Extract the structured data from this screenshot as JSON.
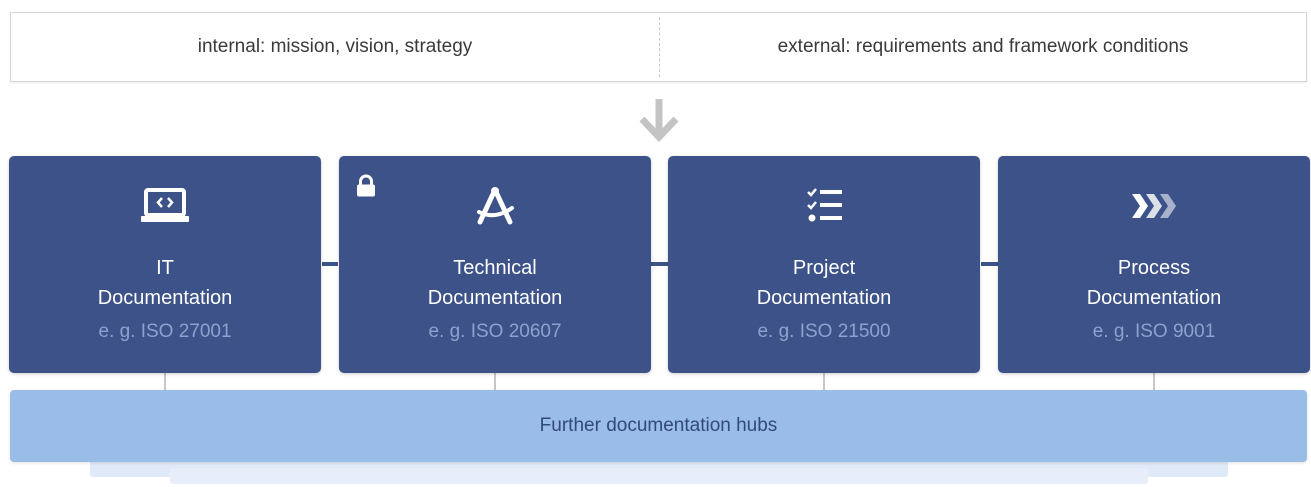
{
  "header": {
    "internal": "internal: mission, vision, strategy",
    "external": "external: requirements and framework conditions"
  },
  "cards": [
    {
      "title_line1": "IT",
      "title_line2": "Documentation",
      "subtitle": "e. g. ISO 27001",
      "icon": "laptop-code-icon"
    },
    {
      "title_line1": "Technical",
      "title_line2": "Documentation",
      "subtitle": "e. g. ISO 20607",
      "icon": "drafting-compass-icon",
      "badge": "lock-icon"
    },
    {
      "title_line1": "Project",
      "title_line2": "Documentation",
      "subtitle": "e. g. ISO 21500",
      "icon": "checklist-icon"
    },
    {
      "title_line1": "Process",
      "title_line2": "Documentation",
      "subtitle": "e. g. ISO 9001",
      "icon": "process-chevrons-icon"
    }
  ],
  "hubs": {
    "label": "Further documentation hubs"
  },
  "colors": {
    "card": "#3c5288",
    "card_subtitle": "#8ea2cf",
    "hubs": "#99bde6",
    "arrow": "#c4c4c4"
  }
}
